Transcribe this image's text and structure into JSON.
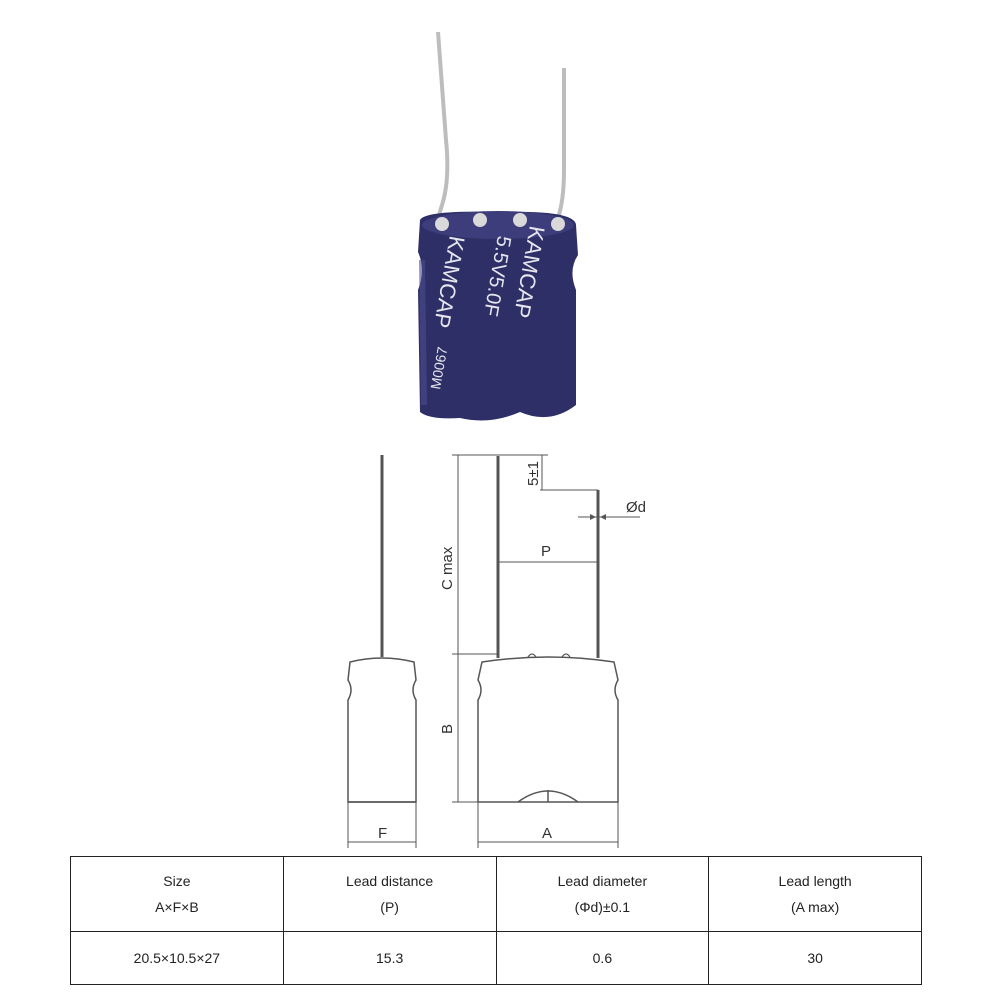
{
  "product": {
    "brand_text": "KAMCAP",
    "rating_text": "5.5V5.0F",
    "side_code": "M0067",
    "body_color": "#2e2f66",
    "print_color": "#e6e6ee",
    "lead_color": "#c8c8c8"
  },
  "drawing": {
    "label_5pm1": "5±1",
    "label_phid": "Ød",
    "label_p": "P",
    "label_cmax": "C max",
    "label_b": "B",
    "label_f": "F",
    "label_a": "A"
  },
  "table": {
    "headers": [
      {
        "line1": "Size",
        "line2": "A×F×B"
      },
      {
        "line1": "Lead distance",
        "line2": "(P)"
      },
      {
        "line1": "Lead diameter",
        "line2": "(Φd)±0.1"
      },
      {
        "line1": "Lead length",
        "line2": "(A max)"
      }
    ],
    "row": [
      "20.5×10.5×27",
      "15.3",
      "0.6",
      "30"
    ]
  }
}
